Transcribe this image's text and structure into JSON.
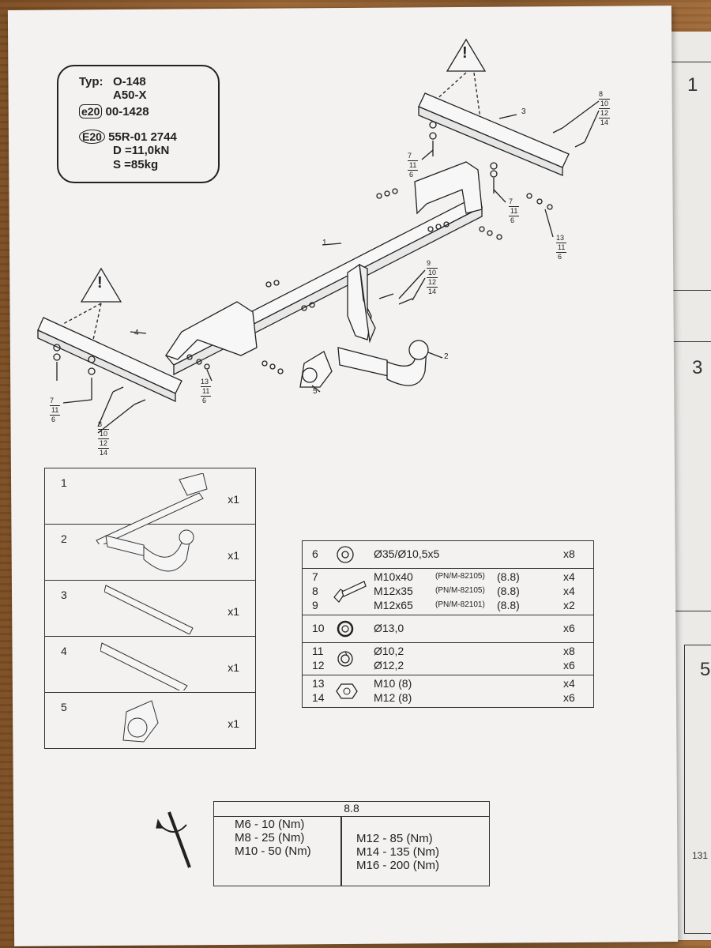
{
  "info": {
    "typ_label": "Typ:",
    "typ_line1": "O-148",
    "typ_line2": "A50-X",
    "e20_badge": "e20",
    "e20_value": "00-1428",
    "E20_badge": "E20",
    "E20_value": "55R-01 2744",
    "d_value": "D =11,0kN",
    "s_value": "S =85kg"
  },
  "diagram": {
    "warning_symbol": "!",
    "labels": {
      "part1": "1",
      "part2": "2",
      "part3": "3",
      "part4": "4",
      "part5": "5"
    },
    "callouts": {
      "bolts_right": [
        "8",
        "10",
        "12",
        "14"
      ],
      "bolts_mid": [
        "9",
        "10",
        "12",
        "14"
      ],
      "bolts_left": [
        "8",
        "10",
        "12",
        "14"
      ],
      "stud_top": [
        "7",
        "11",
        "6"
      ],
      "stud_top_right": [
        "7",
        "11",
        "6"
      ],
      "nuts_right": [
        "13",
        "11",
        "6"
      ],
      "nuts_left": [
        "13",
        "11",
        "6"
      ],
      "stud_left": [
        "7",
        "11",
        "6"
      ]
    }
  },
  "parts_table": [
    {
      "num": "1",
      "qty": "x1"
    },
    {
      "num": "2",
      "qty": "x1"
    },
    {
      "num": "3",
      "qty": "x1"
    },
    {
      "num": "4",
      "qty": "x1"
    },
    {
      "num": "5",
      "qty": "x1"
    }
  ],
  "hardware": [
    {
      "lines": [
        {
          "num": "6",
          "desc": "Ø35/Ø10,5x5",
          "pn": "",
          "grade": "",
          "qty": "x8"
        }
      ],
      "icon": "washer-large-icon"
    },
    {
      "lines": [
        {
          "num": "7",
          "desc": "M10x40",
          "pn": "(PN/M-82105)",
          "grade": "(8.8)",
          "qty": "x4"
        },
        {
          "num": "8",
          "desc": "M12x35",
          "pn": "(PN/M-82105)",
          "grade": "(8.8)",
          "qty": "x4"
        },
        {
          "num": "9",
          "desc": "M12x65",
          "pn": "(PN/M-82101)",
          "grade": "(8.8)",
          "qty": "x2"
        }
      ],
      "icon": "bolt-icon"
    },
    {
      "lines": [
        {
          "num": "10",
          "desc": "Ø13,0",
          "pn": "",
          "grade": "",
          "qty": "x6"
        }
      ],
      "icon": "washer-icon"
    },
    {
      "lines": [
        {
          "num": "11",
          "desc": "Ø10,2",
          "pn": "",
          "grade": "",
          "qty": "x8"
        },
        {
          "num": "12",
          "desc": "Ø12,2",
          "pn": "",
          "grade": "",
          "qty": "x6"
        }
      ],
      "icon": "spring-washer-icon"
    },
    {
      "lines": [
        {
          "num": "13",
          "desc": "M10 (8)",
          "pn": "",
          "grade": "",
          "qty": "x4"
        },
        {
          "num": "14",
          "desc": "M12 (8)",
          "pn": "",
          "grade": "",
          "qty": "x6"
        }
      ],
      "icon": "nut-icon"
    }
  ],
  "torque": {
    "header": "8.8",
    "left": [
      "M6  -  10 (Nm)",
      "M8  -  25 (Nm)",
      "M10  -  50 (Nm)"
    ],
    "right": [
      "M12  -  85 (Nm)",
      "M14  -  135 (Nm)",
      "M16  -  200 (Nm)"
    ]
  },
  "second_sheet": {
    "num1": "1",
    "num2": "3",
    "num3": "5",
    "fragment": "131"
  }
}
